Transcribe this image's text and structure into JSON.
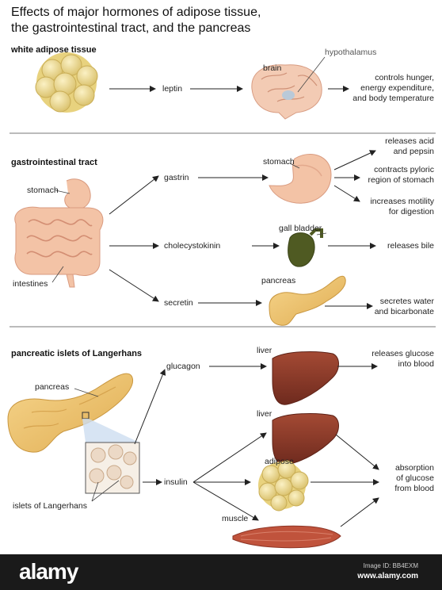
{
  "title_line1": "Effects of major hormones of adipose tissue,",
  "title_line2": "the gastrointestinal tract, and the pancreas",
  "section1": {
    "heading": "white adipose tissue",
    "hormone": "leptin",
    "organ": "brain",
    "sub_organ": "hypothalamus",
    "effect": [
      "controls hunger,",
      "energy expenditure,",
      "and body temperature"
    ]
  },
  "section2": {
    "heading": "gastrointestinal tract",
    "source_labels": [
      "stomach",
      "intestines"
    ],
    "hormones": [
      "gastrin",
      "cholecystokinin",
      "secretin"
    ],
    "organs": [
      "stomach",
      "gall bladder",
      "pancreas"
    ],
    "gastrin_effects": [
      [
        "releases acid",
        "and pepsin"
      ],
      [
        "contracts pyloric",
        "region of stomach"
      ],
      [
        "increases motility",
        "for digestion"
      ]
    ],
    "cck_effect": "releases bile",
    "secretin_effect": [
      "secretes water",
      "and bicarbonate"
    ]
  },
  "section3": {
    "heading": "pancreatic islets of Langerhans",
    "source_labels": [
      "pancreas",
      "islets of Langerhans"
    ],
    "hormones": [
      "glucagon",
      "insulin"
    ],
    "targets": [
      "liver",
      "liver",
      "adipose",
      "muscle"
    ],
    "glucagon_effect": [
      "releases glucose",
      "into blood"
    ],
    "insulin_effect": [
      "absorption",
      "of glucose",
      "from blood"
    ]
  },
  "footer": {
    "logo": "alamy",
    "image_id": "Image ID: BB4EXM",
    "url": "www.alamy.com"
  },
  "colors": {
    "fat": "#f2dc8a",
    "organ_pink": "#f3c3a6",
    "liver": "#8b3a2a",
    "gallbladder": "#4f5a22",
    "muscle": "#c0533c",
    "footer_bg": "#1a1a1a"
  }
}
